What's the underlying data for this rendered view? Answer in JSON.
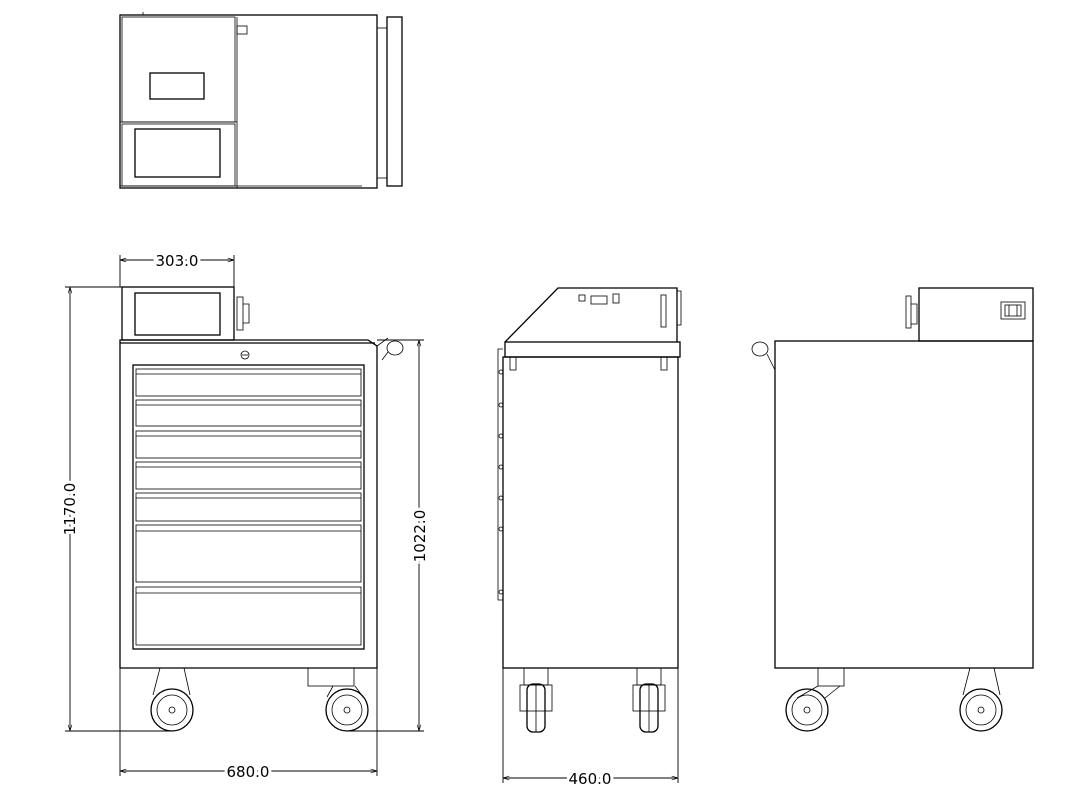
{
  "dimensions": {
    "head_width": "303.0",
    "total_height": "1170.0",
    "body_height": "1022.0",
    "front_width": "680.0",
    "side_depth": "460.0"
  }
}
